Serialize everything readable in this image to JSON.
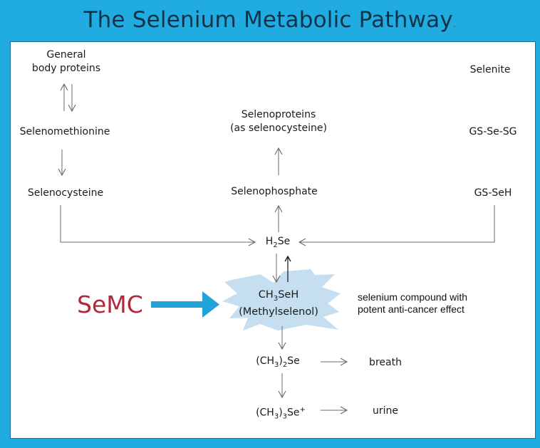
{
  "title": "The Selenium Metabolic Pathway",
  "title_mark": ".",
  "nodes": {
    "general_l1": "General",
    "general_l2": "body proteins",
    "selenomethionine": "Selenomethionine",
    "selenocysteine": "Selenocysteine",
    "selenoproteins_l1": "Selenoproteins",
    "selenoproteins_l2": "(as selenocysteine)",
    "selenophosphate": "Selenophosphate",
    "selenite": "Selenite",
    "gs_se_sg": "GS-Se-SG",
    "gs_seh": "GS-SeH",
    "h2se_a": "H",
    "h2se_sub": "2",
    "h2se_b": "Se",
    "methyl_a": "CH",
    "methyl_sub": "3",
    "methyl_b": "SeH",
    "methyl_name": "(Methylselenol)",
    "dimethyl_a": "(CH",
    "dimethyl_sub": "3",
    "dimethyl_b": ")",
    "dimethyl_sub2": "2",
    "dimethyl_c": "Se",
    "trimethyl_a": "(CH",
    "trimethyl_sub": "3",
    "trimethyl_b": ")",
    "trimethyl_sub2": "3",
    "trimethyl_c": "Se",
    "trimethyl_sup": "+",
    "breath": "breath",
    "urine": "urine"
  },
  "semc": "SeMC",
  "note_l1": "selenium compound with",
  "note_l2": "potent anti-cancer effect",
  "colors": {
    "background": "#20ace0",
    "title": "#12324a",
    "semc": "#b0283a",
    "semc_arrow": "#21a3d8",
    "burst": "#c5def0",
    "line": "#6a6a6a"
  }
}
